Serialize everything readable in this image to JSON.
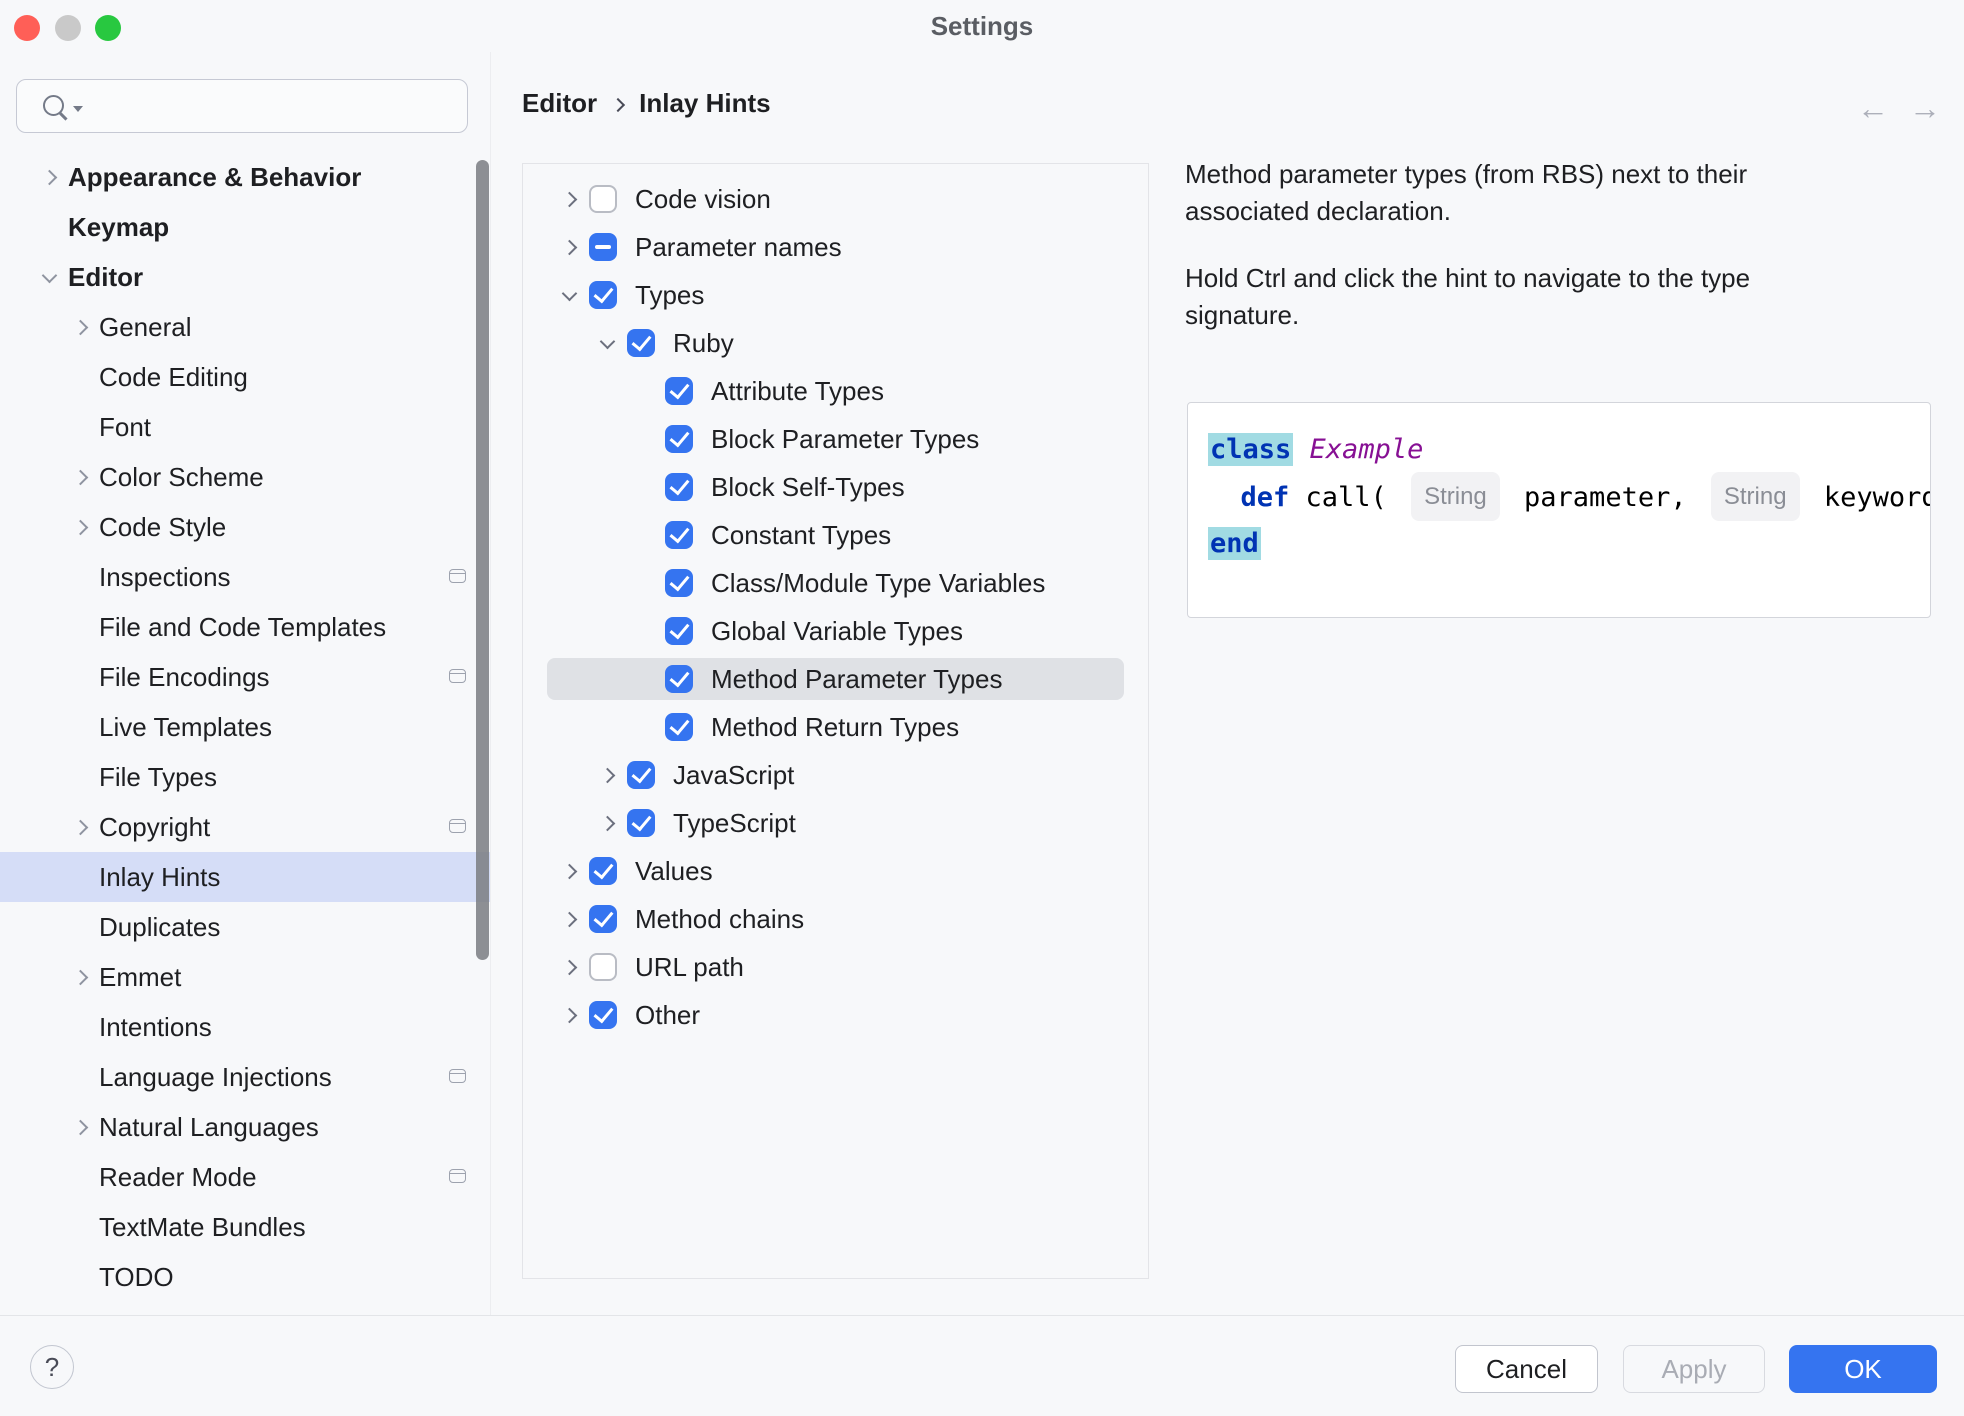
{
  "window": {
    "title": "Settings"
  },
  "search": {
    "placeholder": ""
  },
  "sidebar": {
    "items": [
      {
        "label": "Appearance & Behavior",
        "level": 0,
        "bold": true,
        "chevron": "right"
      },
      {
        "label": "Keymap",
        "level": 0,
        "bold": true
      },
      {
        "label": "Editor",
        "level": 0,
        "bold": true,
        "chevron": "down"
      },
      {
        "label": "General",
        "level": 1,
        "chevron": "right"
      },
      {
        "label": "Code Editing",
        "level": 1
      },
      {
        "label": "Font",
        "level": 1
      },
      {
        "label": "Color Scheme",
        "level": 1,
        "chevron": "right"
      },
      {
        "label": "Code Style",
        "level": 1,
        "chevron": "right"
      },
      {
        "label": "Inspections",
        "level": 1,
        "icon": true
      },
      {
        "label": "File and Code Templates",
        "level": 1
      },
      {
        "label": "File Encodings",
        "level": 1,
        "icon": true
      },
      {
        "label": "Live Templates",
        "level": 1
      },
      {
        "label": "File Types",
        "level": 1
      },
      {
        "label": "Copyright",
        "level": 1,
        "chevron": "right",
        "icon": true
      },
      {
        "label": "Inlay Hints",
        "level": 1,
        "selected": true
      },
      {
        "label": "Duplicates",
        "level": 1
      },
      {
        "label": "Emmet",
        "level": 1,
        "chevron": "right"
      },
      {
        "label": "Intentions",
        "level": 1
      },
      {
        "label": "Language Injections",
        "level": 1,
        "icon": true
      },
      {
        "label": "Natural Languages",
        "level": 1,
        "chevron": "right"
      },
      {
        "label": "Reader Mode",
        "level": 1,
        "icon": true
      },
      {
        "label": "TextMate Bundles",
        "level": 1
      },
      {
        "label": "TODO",
        "level": 1
      }
    ]
  },
  "breadcrumb": {
    "section": "Editor",
    "page": "Inlay Hints"
  },
  "tree": {
    "items": [
      {
        "label": "Code vision",
        "level": 0,
        "chevron": "right",
        "checkbox": "unchecked"
      },
      {
        "label": "Parameter names",
        "level": 0,
        "chevron": "right",
        "checkbox": "indeterminate"
      },
      {
        "label": "Types",
        "level": 0,
        "chevron": "down",
        "checkbox": "checked"
      },
      {
        "label": "Ruby",
        "level": 1,
        "chevron": "down",
        "checkbox": "checked"
      },
      {
        "label": "Attribute Types",
        "level": 2,
        "checkbox": "checked"
      },
      {
        "label": "Block Parameter Types",
        "level": 2,
        "checkbox": "checked"
      },
      {
        "label": "Block Self-Types",
        "level": 2,
        "checkbox": "checked"
      },
      {
        "label": "Constant Types",
        "level": 2,
        "checkbox": "checked"
      },
      {
        "label": "Class/Module Type Variables",
        "level": 2,
        "checkbox": "checked"
      },
      {
        "label": "Global Variable Types",
        "level": 2,
        "checkbox": "checked"
      },
      {
        "label": "Method Parameter Types",
        "level": 2,
        "checkbox": "checked",
        "selected": true
      },
      {
        "label": "Method Return Types",
        "level": 2,
        "checkbox": "checked"
      },
      {
        "label": "JavaScript",
        "level": 1,
        "chevron": "right",
        "checkbox": "checked"
      },
      {
        "label": "TypeScript",
        "level": 1,
        "chevron": "right",
        "checkbox": "checked"
      },
      {
        "label": "Values",
        "level": 0,
        "chevron": "right",
        "checkbox": "checked"
      },
      {
        "label": "Method chains",
        "level": 0,
        "chevron": "right",
        "checkbox": "checked"
      },
      {
        "label": "URL path",
        "level": 0,
        "chevron": "right",
        "checkbox": "unchecked"
      },
      {
        "label": "Other",
        "level": 0,
        "chevron": "right",
        "checkbox": "checked"
      }
    ]
  },
  "description": {
    "para1": "Method parameter types (from RBS) next to their associated declaration.",
    "para2": "Hold Ctrl and click the hint to navigate to the type signature."
  },
  "code": {
    "line1": {
      "kw": "class",
      "space": " ",
      "name": "Example"
    },
    "line2": {
      "kw": "  def",
      "call": " call( ",
      "hint1": "String",
      "p1": " parameter, ",
      "hint2": "String",
      "p2": " keyword:, &"
    },
    "line3": {
      "kw": "end"
    }
  },
  "footer": {
    "help": "?",
    "cancel": "Cancel",
    "apply": "Apply",
    "ok": "OK"
  },
  "colors": {
    "accent": "#3574F0",
    "sidebar_selected": "#D5DDF7",
    "tree_selected": "#DFE1E5",
    "keyword": "#0033B3",
    "class_name": "#871094",
    "brace_match_highlight": "#A1DBE3",
    "background": "#F7F8FA",
    "traffic_red": "#FF5F57",
    "traffic_gray": "#C9C9C9",
    "traffic_green": "#28C840"
  }
}
